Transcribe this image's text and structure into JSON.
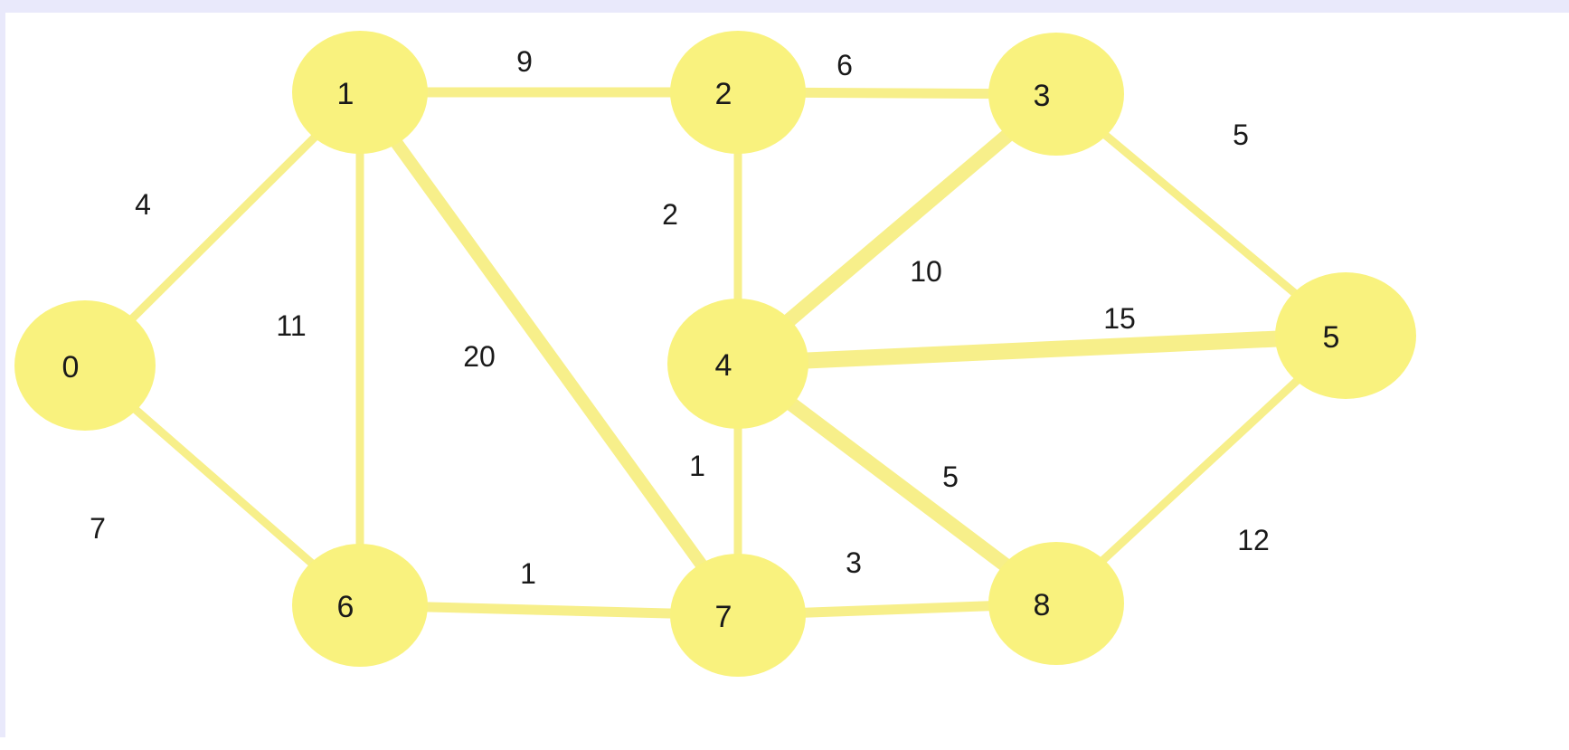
{
  "colors": {
    "node_fill": "#f9f27e",
    "edge_stroke": "#f7ef8a",
    "label_text": "#1a1a1a",
    "frame": "#e9e9fb"
  },
  "nodes": [
    {
      "id": "0",
      "label": "0"
    },
    {
      "id": "1",
      "label": "1"
    },
    {
      "id": "2",
      "label": "2"
    },
    {
      "id": "3",
      "label": "3"
    },
    {
      "id": "4",
      "label": "4"
    },
    {
      "id": "5",
      "label": "5"
    },
    {
      "id": "6",
      "label": "6"
    },
    {
      "id": "7",
      "label": "7"
    },
    {
      "id": "8",
      "label": "8"
    }
  ],
  "edges": [
    {
      "from": "0",
      "to": "1",
      "weight": "4"
    },
    {
      "from": "0",
      "to": "6",
      "weight": "7"
    },
    {
      "from": "1",
      "to": "2",
      "weight": "9"
    },
    {
      "from": "1",
      "to": "6",
      "weight": "11"
    },
    {
      "from": "1",
      "to": "7",
      "weight": "20"
    },
    {
      "from": "2",
      "to": "3",
      "weight": "6"
    },
    {
      "from": "2",
      "to": "4",
      "weight": "2"
    },
    {
      "from": "3",
      "to": "4",
      "weight": "10"
    },
    {
      "from": "3",
      "to": "5",
      "weight": "5"
    },
    {
      "from": "4",
      "to": "5",
      "weight": "15"
    },
    {
      "from": "4",
      "to": "7",
      "weight": "1"
    },
    {
      "from": "4",
      "to": "8",
      "weight": "5"
    },
    {
      "from": "6",
      "to": "7",
      "weight": "1"
    },
    {
      "from": "7",
      "to": "8",
      "weight": "3"
    },
    {
      "from": "5",
      "to": "8",
      "weight": "12"
    }
  ]
}
